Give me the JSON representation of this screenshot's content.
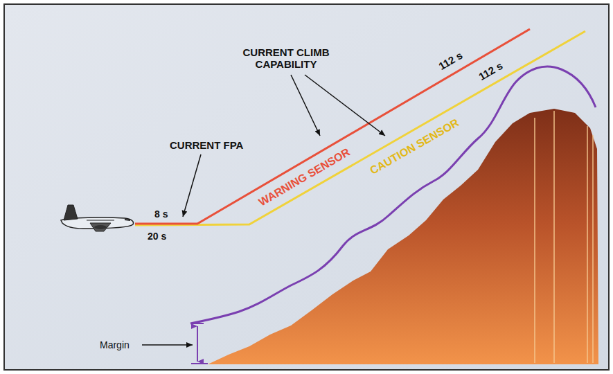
{
  "diagram": {
    "labels": [
      "CURRENT CLIMB CAPABILITY",
      "CURRENT FPA",
      "WARNING SENSOR",
      "CAUTION SENSOR",
      "112 s",
      "112 s",
      "8 s",
      "20 s",
      "Margin"
    ]
  }
}
